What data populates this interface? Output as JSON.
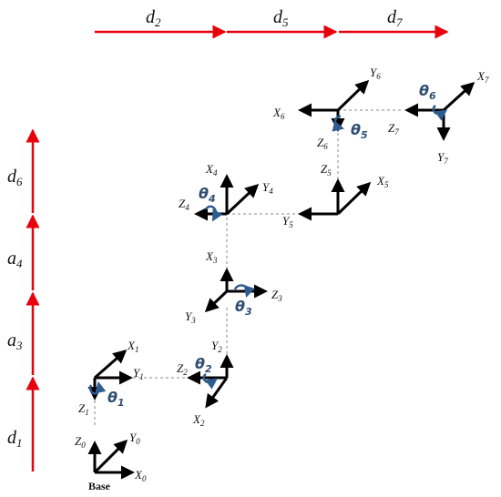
{
  "top_dims": {
    "d2": "d",
    "d2_sub": "2",
    "d5": "d",
    "d5_sub": "5",
    "d7": "d",
    "d7_sub": "7"
  },
  "left_dims": {
    "d6": "d",
    "d6_sub": "6",
    "a4": "a",
    "a4_sub": "4",
    "a3": "a",
    "a3_sub": "3",
    "d1": "d",
    "d1_sub": "1"
  },
  "base_label": "Base",
  "frames": {
    "f0": {
      "x": "X",
      "x_sub": "0",
      "y": "Y",
      "y_sub": "0",
      "z": "Z",
      "z_sub": "0"
    },
    "f1": {
      "x": "X",
      "x_sub": "1",
      "y": "Y",
      "y_sub": "1",
      "z": "Z",
      "z_sub": "1"
    },
    "f2": {
      "x": "X",
      "x_sub": "2",
      "y": "Y",
      "y_sub": "2",
      "z": "Z",
      "z_sub": "2"
    },
    "f3": {
      "x": "X",
      "x_sub": "3",
      "y": "Y",
      "y_sub": "3",
      "z": "Z",
      "z_sub": "3"
    },
    "f4": {
      "x": "X",
      "x_sub": "4",
      "y": "Y",
      "y_sub": "4",
      "z": "Z",
      "z_sub": "4"
    },
    "f5": {
      "x": "X",
      "x_sub": "5",
      "y": "Y",
      "y_sub": "5",
      "z": "Z",
      "z_sub": "5"
    },
    "f6": {
      "x": "X",
      "x_sub": "6",
      "y": "Y",
      "y_sub": "6",
      "z": "Z",
      "z_sub": "6"
    },
    "f7": {
      "x": "X",
      "x_sub": "7",
      "y": "Y",
      "y_sub": "7",
      "z": "Z",
      "z_sub": "7"
    }
  },
  "thetas": {
    "t1": "θ",
    "t1_sub": "1",
    "t2": "θ",
    "t2_sub": "2",
    "t3": "θ",
    "t3_sub": "3",
    "t4": "θ",
    "t4_sub": "4",
    "t5": "θ",
    "t5_sub": "5",
    "t6": "θ",
    "t6_sub": "6"
  },
  "colors": {
    "dimension_arrow": "#e8000d",
    "axis": "#000000",
    "rotation": "#2f5c8f",
    "link": "#888888"
  }
}
